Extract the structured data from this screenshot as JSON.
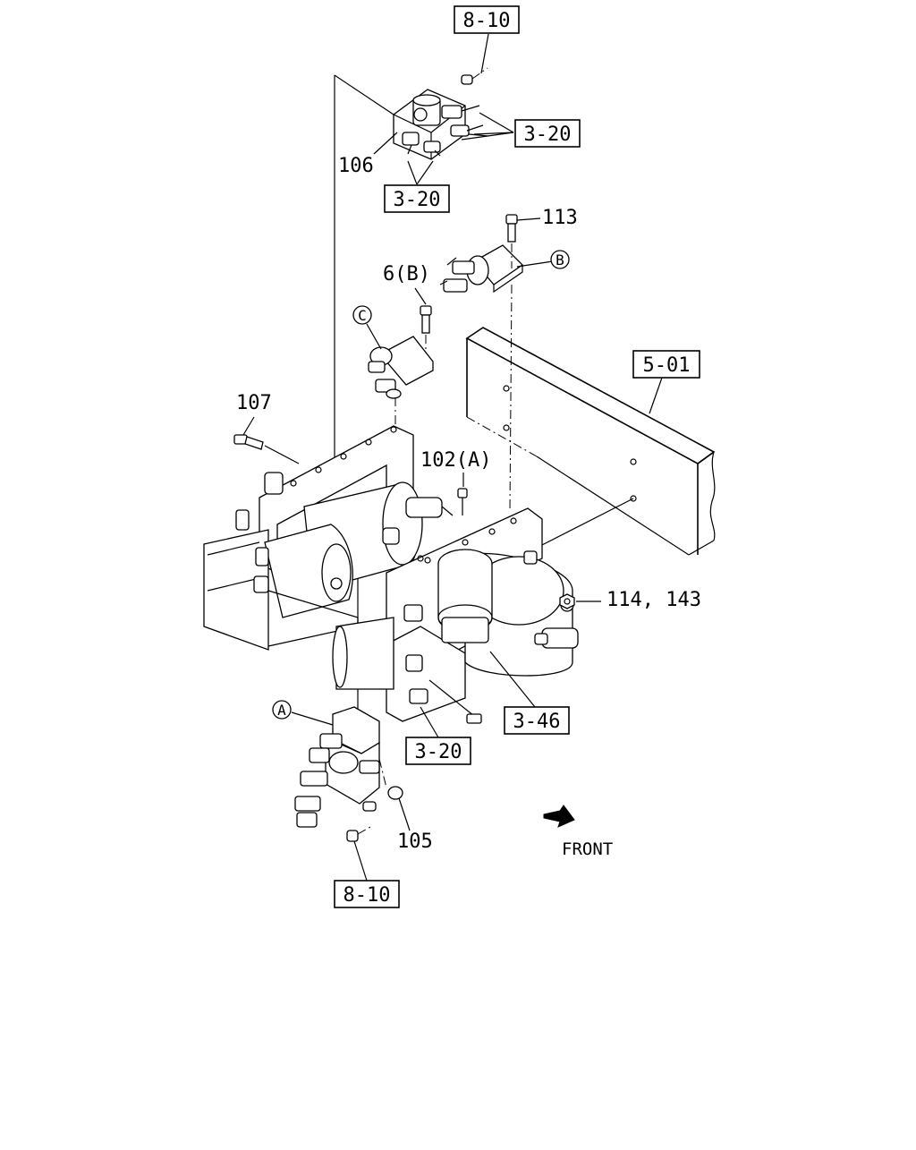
{
  "diagram": {
    "refs": {
      "r_8_10_top": "8-10",
      "r_3_20_right_top": "3-20",
      "r_3_20_left_top": "3-20",
      "r_5_01": "5-01",
      "r_3_46": "3-46",
      "r_3_20_bottom": "3-20",
      "r_8_10_bottom": "8-10"
    },
    "parts": {
      "p106": "106",
      "p113": "113",
      "p6b": "6(B)",
      "p107": "107",
      "p102a": "102(A)",
      "p114_143": "114, 143",
      "p105": "105"
    },
    "circles": {
      "a": "A",
      "b": "B",
      "c": "C"
    },
    "front_label": "FRONT"
  }
}
